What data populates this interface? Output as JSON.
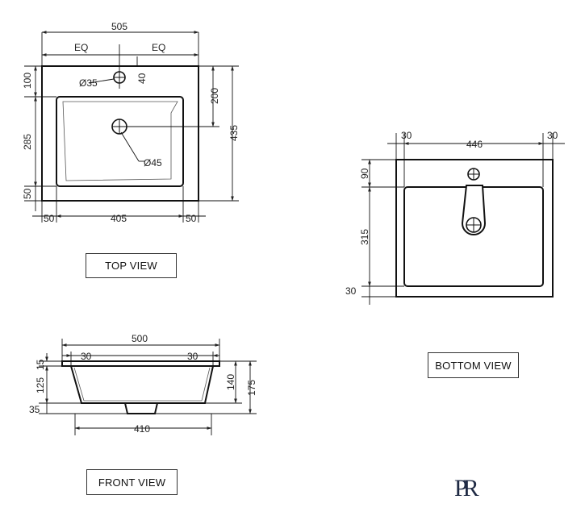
{
  "views": {
    "top": {
      "label": "TOP VIEW",
      "dims": {
        "overall_width": "505",
        "eq_left": "EQ",
        "eq_right": "EQ",
        "tap_hole": "Ø35",
        "tap_offset": "40",
        "back_margin": "100",
        "bowl_length": "285",
        "front_margin": "50",
        "drain_offset": "200",
        "overall_depth": "435",
        "drain": "Ø45",
        "side_left": "50",
        "bowl_width": "405",
        "side_right": "50"
      }
    },
    "bottom": {
      "label": "BOTTOM VIEW",
      "dims": {
        "left": "30",
        "width": "446",
        "right": "30",
        "top": "90",
        "bowl": "315",
        "bottom": "30"
      }
    },
    "front": {
      "label": "FRONT VIEW",
      "dims": {
        "overall_width": "500",
        "left_inset": "30",
        "right_inset": "30",
        "rim": "15",
        "bowl_depth": "125",
        "waste": "35",
        "inner_height": "140",
        "overall_height": "175",
        "base_width": "410"
      }
    }
  },
  "logo": {
    "text": "PR",
    "color": "#1f2a44"
  }
}
